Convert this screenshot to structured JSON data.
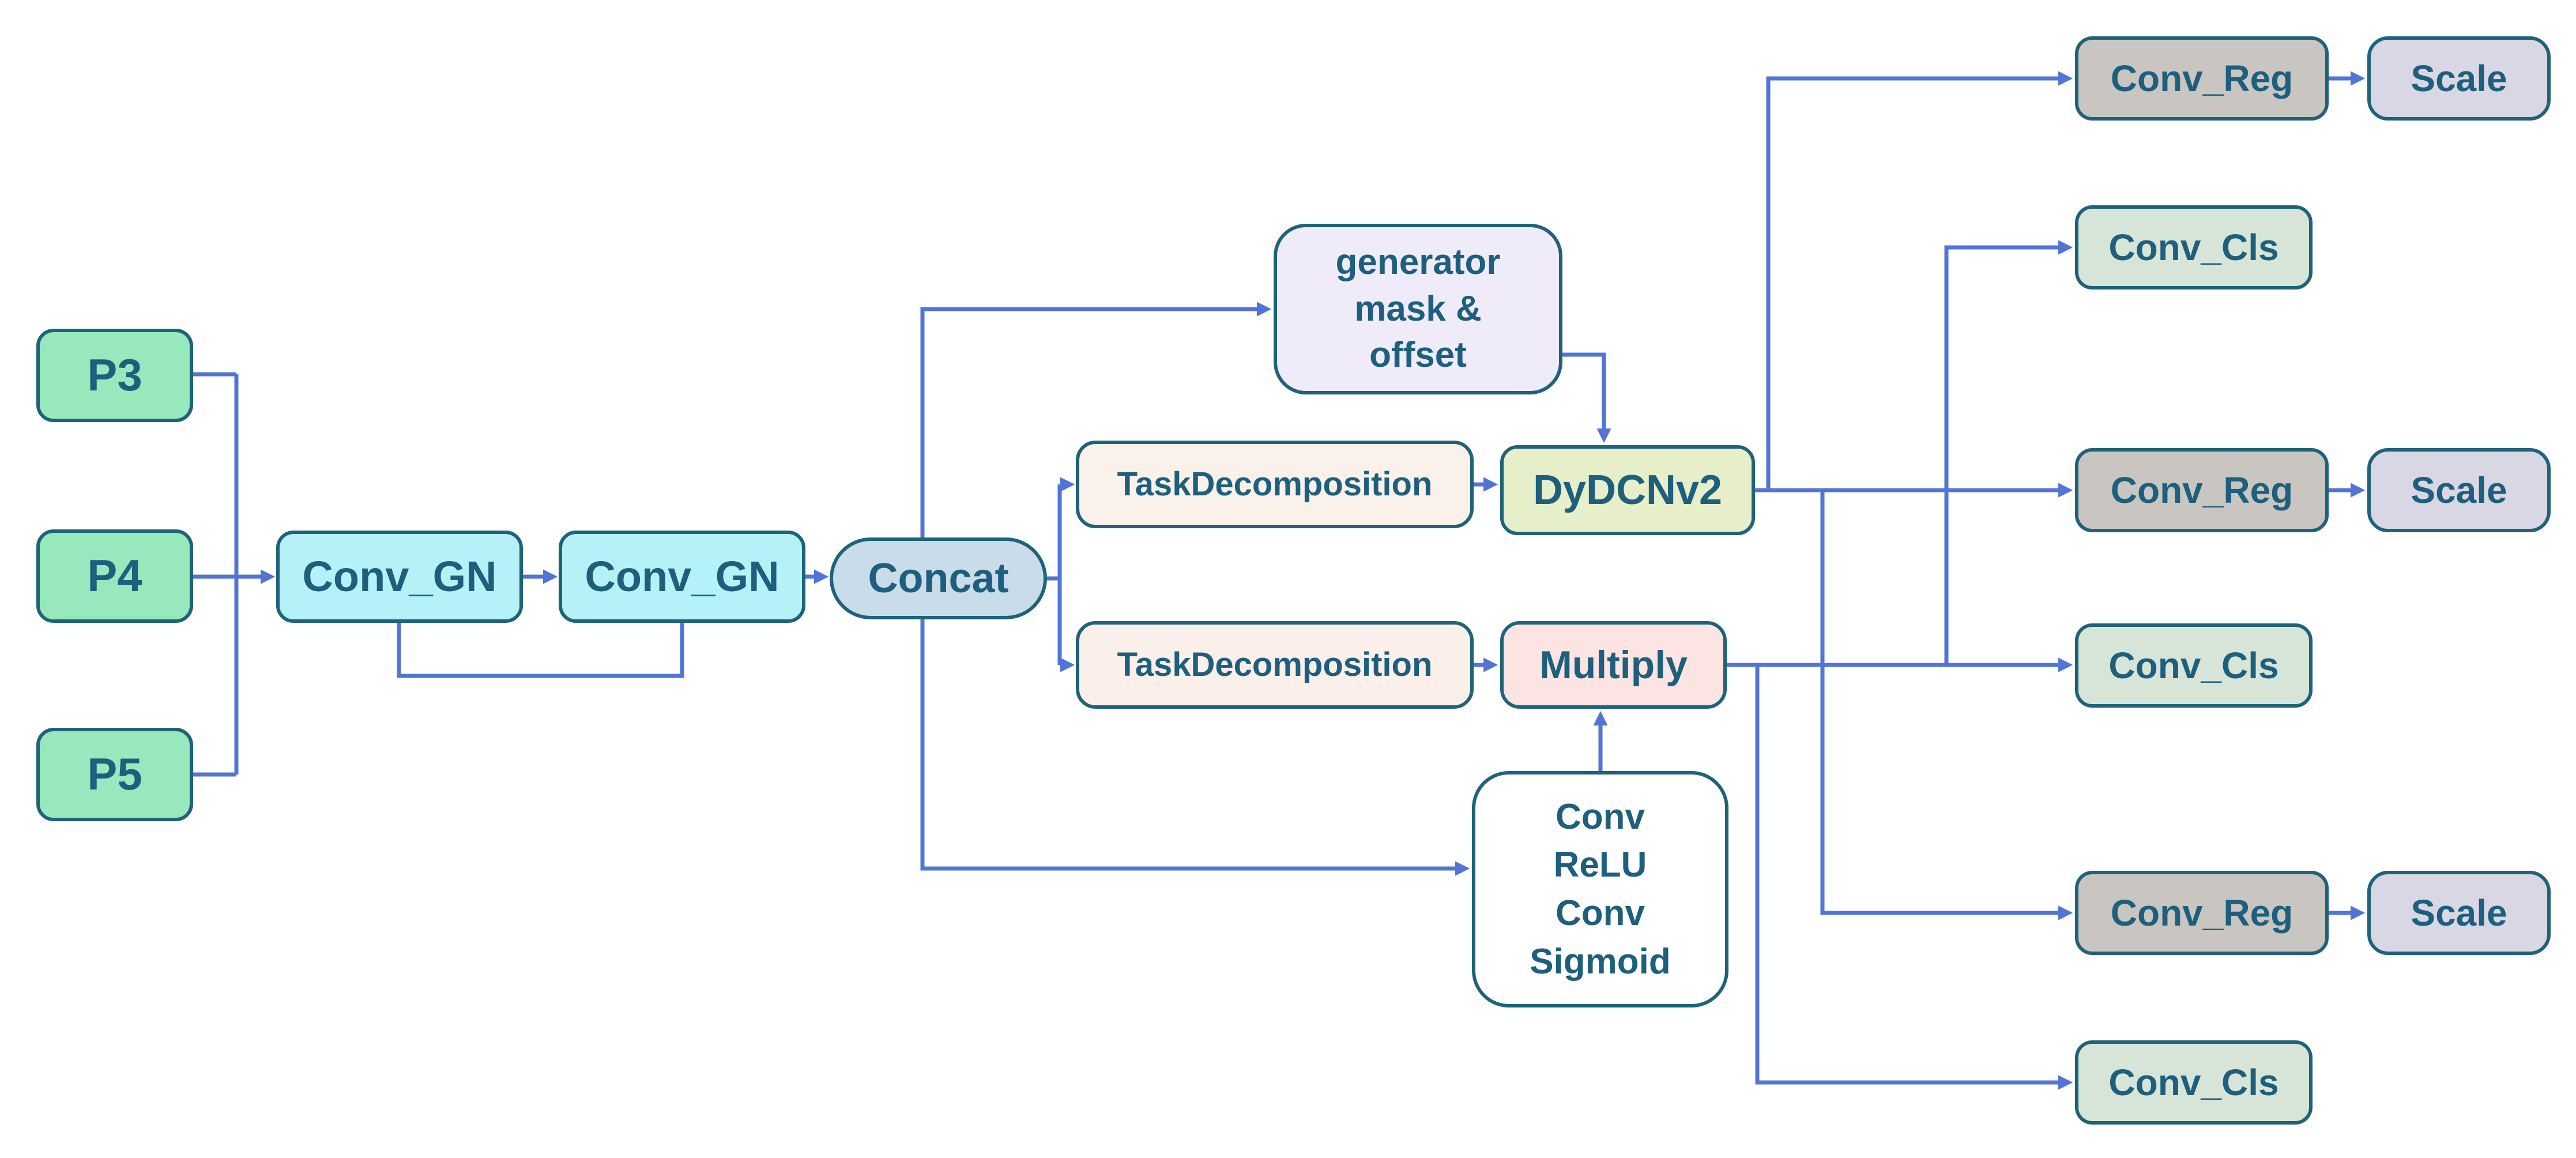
{
  "diagram": {
    "type": "flowchart",
    "colors": {
      "background": "#ffffff",
      "connector": "#5174d6",
      "border": "#1e6379",
      "text": "#1d5f7d"
    },
    "nodes": {
      "p3": {
        "label": "P3",
        "fill": "#97e8bc"
      },
      "p4": {
        "label": "P4",
        "fill": "#97e8bc"
      },
      "p5": {
        "label": "P5",
        "fill": "#97e8bc"
      },
      "conv_gn_1": {
        "label": "Conv_GN",
        "fill": "#b5f1f7"
      },
      "conv_gn_2": {
        "label": "Conv_GN",
        "fill": "#b5f1f7"
      },
      "concat": {
        "label": "Concat",
        "fill": "#c8dce9"
      },
      "generator": {
        "lines": [
          "generator",
          "mask &",
          "offset"
        ],
        "fill": "#efebf9"
      },
      "task_decomposition_1": {
        "label": "TaskDecomposition",
        "fill": "#faf1eb"
      },
      "task_decomposition_2": {
        "label": "TaskDecomposition",
        "fill": "#fbefe9"
      },
      "dydcnv2": {
        "label": "DyDCNv2",
        "fill": "#e6efc9"
      },
      "multiply": {
        "label": "Multiply",
        "fill": "#fce4e2"
      },
      "conv_stack": {
        "lines": [
          "Conv",
          "ReLU",
          "Conv",
          "Sigmoid"
        ],
        "fill": "#ffffff"
      },
      "conv_reg_1": {
        "label": "Conv_Reg",
        "fill": "#c9c6c2"
      },
      "scale_1": {
        "label": "Scale",
        "fill": "#d8d7e3"
      },
      "conv_cls_1": {
        "label": "Conv_Cls",
        "fill": "#d7e5d8"
      },
      "conv_reg_2": {
        "label": "Conv_Reg",
        "fill": "#c9c6c2"
      },
      "scale_2": {
        "label": "Scale",
        "fill": "#d8d7e3"
      },
      "conv_cls_2": {
        "label": "Conv_Cls",
        "fill": "#d7e5d8"
      },
      "conv_reg_3": {
        "label": "Conv_Reg",
        "fill": "#c9c6c2"
      },
      "scale_3": {
        "label": "Scale",
        "fill": "#d8d7e3"
      },
      "conv_cls_3": {
        "label": "Conv_Cls",
        "fill": "#d7e5d8"
      }
    },
    "edges": [
      {
        "from": "p3",
        "to": "conv_gn_1"
      },
      {
        "from": "p4",
        "to": "conv_gn_1"
      },
      {
        "from": "p5",
        "to": "conv_gn_1"
      },
      {
        "from": "conv_gn_1",
        "to": "conv_gn_2"
      },
      {
        "from": "conv_gn_1",
        "to": "conv_gn_2",
        "style": "bottom-loop"
      },
      {
        "from": "conv_gn_2",
        "to": "concat"
      },
      {
        "from": "concat",
        "to": "generator"
      },
      {
        "from": "concat",
        "to": "task_decomposition_1"
      },
      {
        "from": "concat",
        "to": "task_decomposition_2"
      },
      {
        "from": "concat",
        "to": "conv_stack"
      },
      {
        "from": "task_decomposition_1",
        "to": "dydcnv2"
      },
      {
        "from": "generator",
        "to": "dydcnv2"
      },
      {
        "from": "task_decomposition_2",
        "to": "multiply"
      },
      {
        "from": "conv_stack",
        "to": "multiply"
      },
      {
        "from": "dydcnv2",
        "to": "conv_reg_1"
      },
      {
        "from": "dydcnv2",
        "to": "conv_reg_2"
      },
      {
        "from": "dydcnv2",
        "to": "conv_reg_3"
      },
      {
        "from": "multiply",
        "to": "conv_cls_1"
      },
      {
        "from": "multiply",
        "to": "conv_cls_2"
      },
      {
        "from": "multiply",
        "to": "conv_cls_3"
      },
      {
        "from": "conv_reg_1",
        "to": "scale_1"
      },
      {
        "from": "conv_reg_2",
        "to": "scale_2"
      },
      {
        "from": "conv_reg_3",
        "to": "scale_3"
      }
    ]
  }
}
